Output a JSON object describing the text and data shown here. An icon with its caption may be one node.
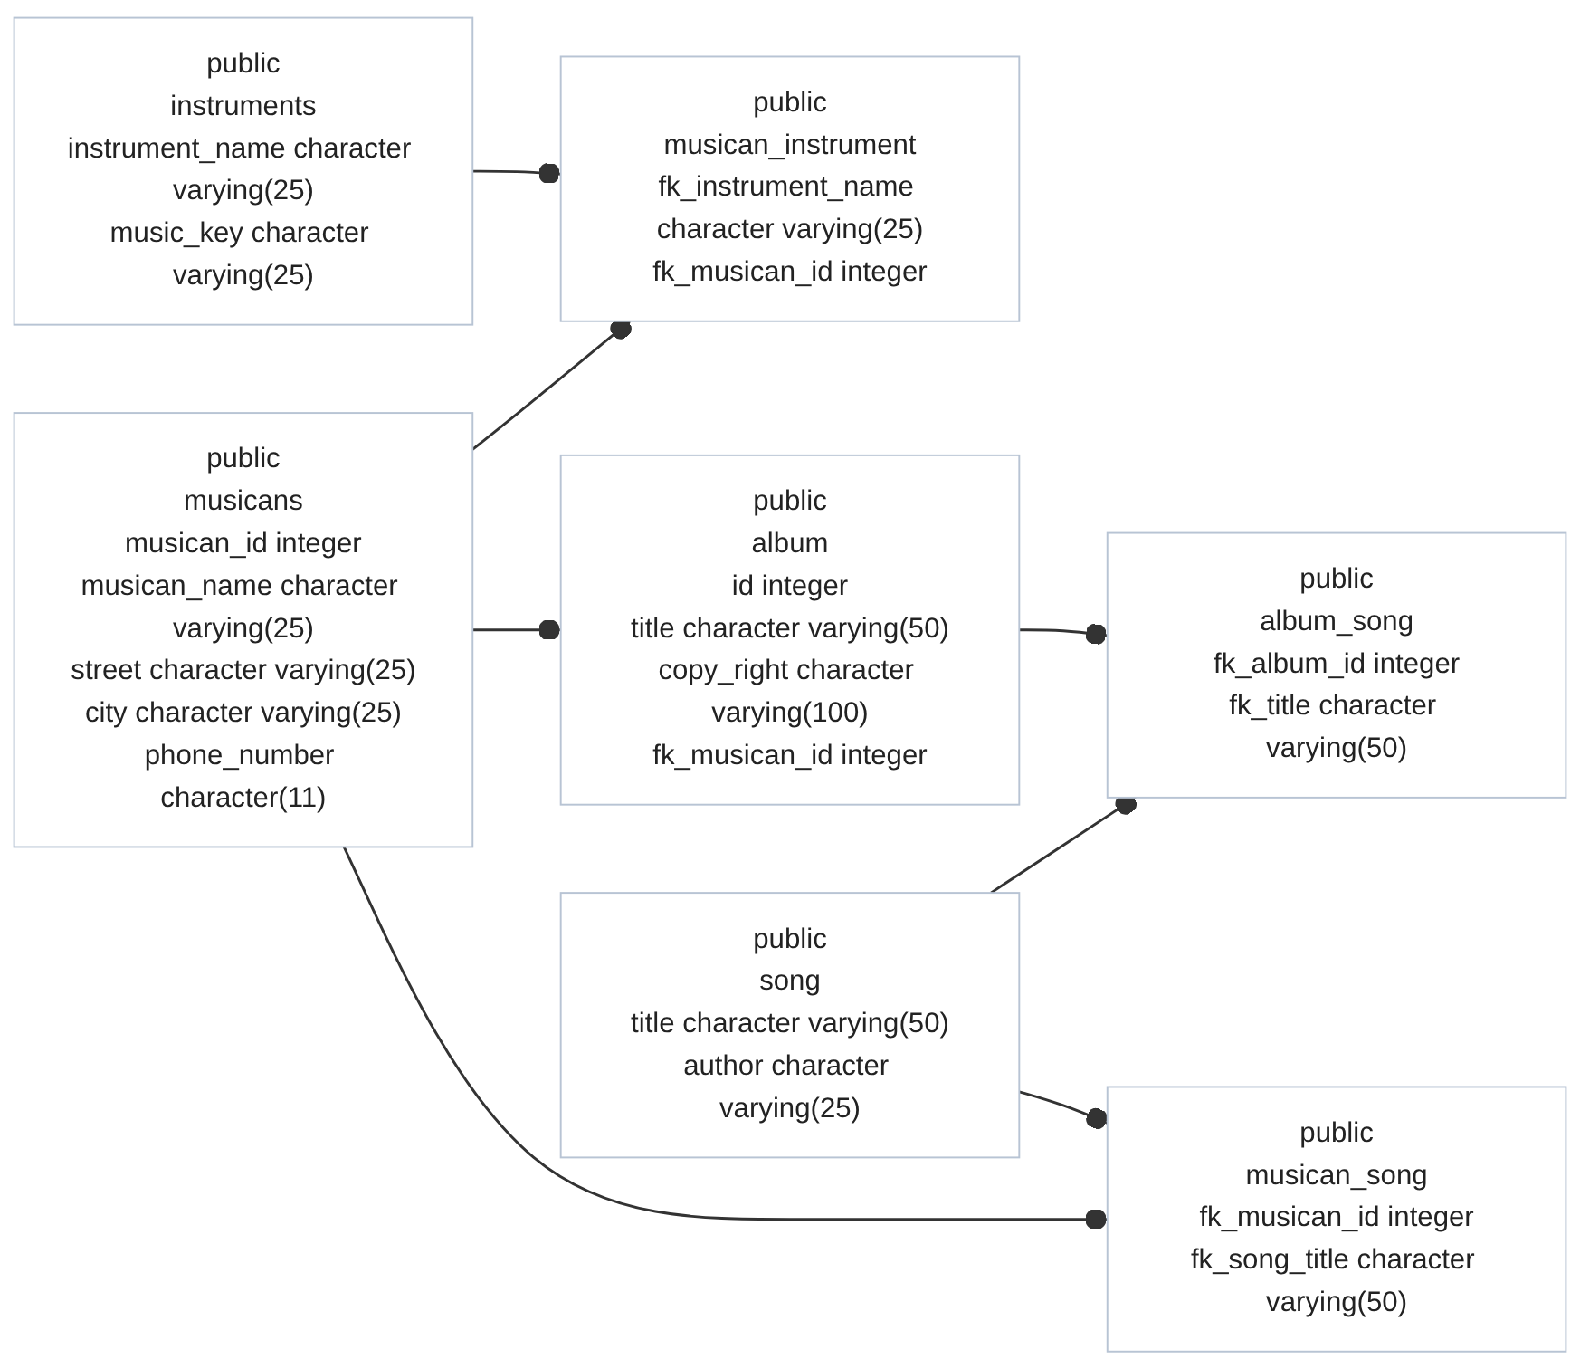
{
  "diagram": {
    "nodes": [
      {
        "text": [
          "public",
          "musicans",
          "musican_id integer",
          "musican_name character varying(25)",
          "street character varying(25)",
          "city character varying(25)",
          "phone_number character(11)"
        ]
      },
      {
        "text": [
          "public",
          "instruments",
          "instrument_name character varying(25)",
          "music_key character varying(25)"
        ]
      },
      {
        "text": [
          "public",
          "album",
          "id integer",
          "title character varying(50)",
          "copy_right character varying(100)",
          "fk_musican_id integer"
        ]
      },
      {
        "text": [
          "public",
          "musican_instrument",
          "fk_instrument_name character varying(25)",
          "fk_musican_id integer"
        ]
      },
      {
        "text": [
          "public",
          "song",
          "title character varying(50)",
          "author character varying(25)"
        ]
      },
      {
        "text": [
          "public",
          "album_song",
          "fk_album_id integer",
          "fk_title character varying(50)"
        ]
      },
      {
        "text": [
          "public",
          "musican_song",
          "fk_musican_id integer",
          "fk_song_title character varying(50)"
        ]
      }
    ],
    "edges": [
      {
        "from": 1,
        "to": 3,
        "arrow": "other"
      },
      {
        "from": 0,
        "to": 3,
        "arrow": "other"
      },
      {
        "from": 0,
        "to": 2,
        "arrow": "other"
      },
      {
        "from": 0,
        "to": 6,
        "arrow": "other"
      },
      {
        "from": 4,
        "to": 5,
        "arrow": "other"
      },
      {
        "from": 4,
        "to": 6,
        "arrow": "other"
      },
      {
        "from": 2,
        "to": 5,
        "arrow": "other"
      }
    ]
  }
}
